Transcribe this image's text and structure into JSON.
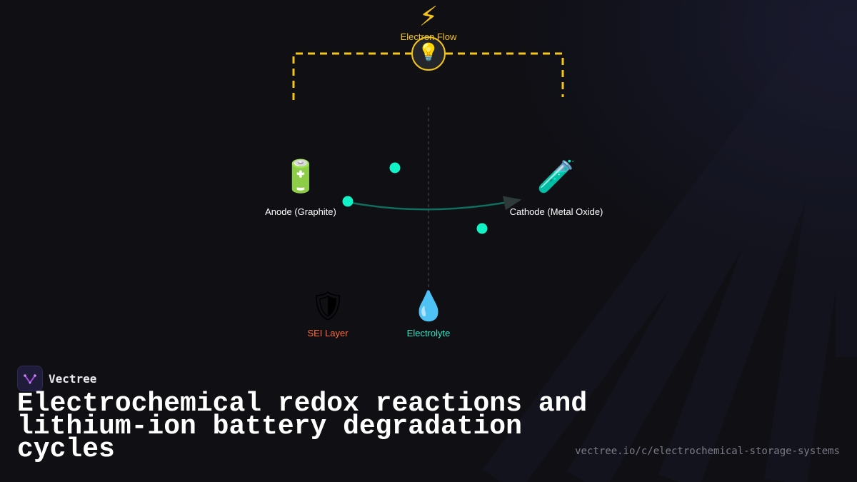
{
  "diagram": {
    "electron_flow": {
      "label": "Electron Flow",
      "icon": "lightning-icon",
      "color": "#f5c518"
    },
    "bulb": {
      "icon": "light-bulb-icon"
    },
    "anode": {
      "label": "Anode (Graphite)",
      "icon": "battery-icon"
    },
    "cathode": {
      "label": "Cathode (Metal Oxide)",
      "icon": "test-tube-icon"
    },
    "sei": {
      "label": "SEI Layer",
      "icon": "shield-icon",
      "color": "#ff6a3d"
    },
    "electrolyte": {
      "label": "Electrolyte",
      "icon": "droplet-icon",
      "color": "#2ee6c6"
    },
    "ion_color": "#11f2c7"
  },
  "brand": {
    "name": "Vectree",
    "icon": "vectree-logo-icon"
  },
  "title": "Electrochemical redox reactions and lithium-ion battery degradation cycles",
  "url": "vectree.io/c/electrochemical-storage-systems"
}
